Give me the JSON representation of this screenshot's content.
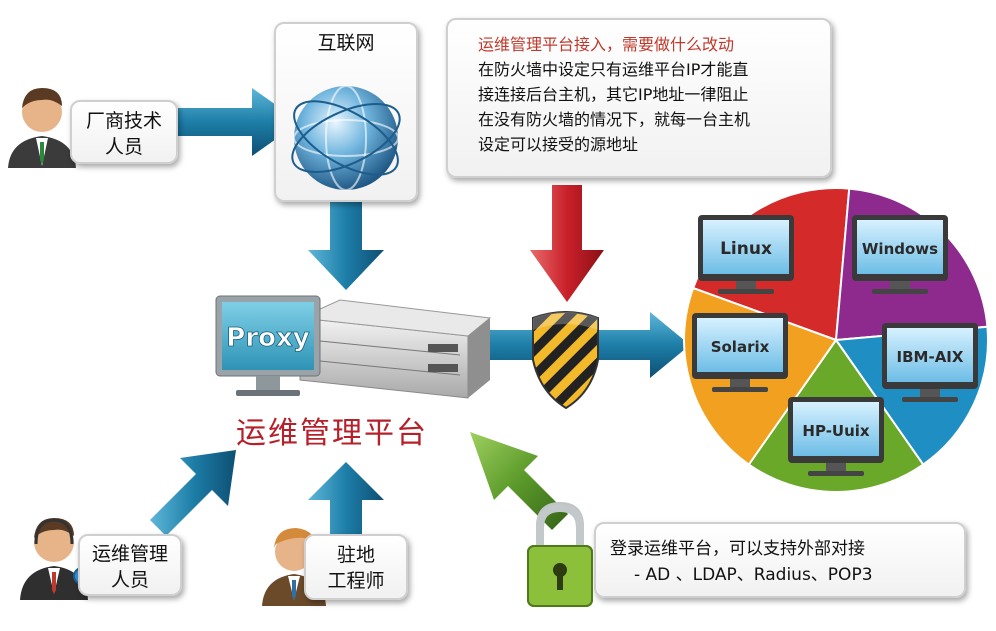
{
  "internet": {
    "label": "互联网"
  },
  "vendor": {
    "line1": "厂商技术",
    "line2": "人员"
  },
  "ops": {
    "line1": "运维管理",
    "line2": "人员"
  },
  "engineer": {
    "line1": "驻地",
    "line2": "工程师"
  },
  "proxy": {
    "screen_text": "Proxy",
    "caption": "运维管理平台"
  },
  "firewall_note": {
    "title": "运维管理平台接入，需要做什么改动",
    "lines": [
      "在防火墙中设定只有运维平台IP才能直",
      "接连接后台主机，其它IP地址一律阻止",
      "在没有防火墙的情况下，就每一台主机",
      "设定可以接受的源地址"
    ]
  },
  "login_note": {
    "line1": "登录运维平台，可以支持外部对接",
    "line2": "- AD 、LDAP、Radius、POP3"
  },
  "systems": [
    {
      "name": "Linux",
      "color": "#d52a2a"
    },
    {
      "name": "Windows",
      "color": "#8e2a8e"
    },
    {
      "name": "IBM-AIX",
      "color": "#1f8fc3"
    },
    {
      "name": "HP-Uuix",
      "color": "#6aa82a"
    },
    {
      "name": "Solarix",
      "color": "#f2a020"
    }
  ],
  "colors": {
    "arrow_blue": "#1c7fa6",
    "arrow_red": "#c9202a",
    "arrow_green": "#5b9a2a",
    "caption_red": "#b5202a"
  }
}
